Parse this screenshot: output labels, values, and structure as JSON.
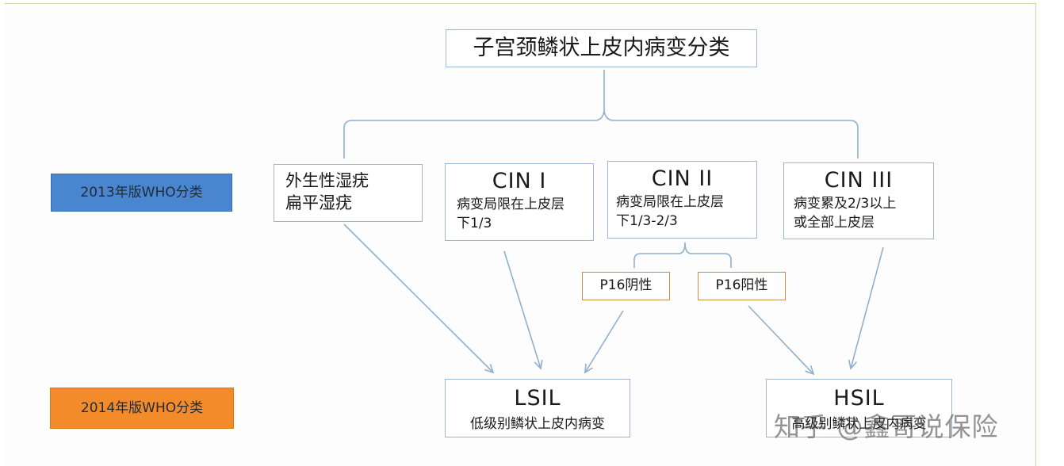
{
  "diagram": {
    "title": "子宫颈鳞状上皮内病变分类",
    "legend_2013": "2013年版WHO分类",
    "legend_2014": "2014年版WHO分类",
    "categories": [
      {
        "head": "外生性湿疣",
        "desc": "扁平湿疣"
      },
      {
        "head": "CIN I",
        "desc_lines": [
          "病变局限在上皮层",
          "下1/3"
        ]
      },
      {
        "head": "CIN II",
        "desc_lines": [
          "病变局限在上皮层",
          "下1/3-2/3"
        ]
      },
      {
        "head": "CIN III",
        "desc_lines": [
          "病变累及2/3以上",
          "或全部上皮层"
        ]
      }
    ],
    "p16_negative": "P16阴性",
    "p16_positive": "P16阳性",
    "lsil": {
      "head": "LSIL",
      "desc": "低级别鳞状上皮内病变"
    },
    "hsil": {
      "head": "HSIL",
      "desc": "高级别鳞状上皮内病变"
    },
    "watermark": "知乎 @鑫哥说保险",
    "colors": {
      "legend_2013": "#4a86cf",
      "legend_2014": "#f38b2a",
      "box_border": "#9eb6cf",
      "p16_border": "#c78f4c",
      "connector": "#8fb0d0"
    }
  }
}
